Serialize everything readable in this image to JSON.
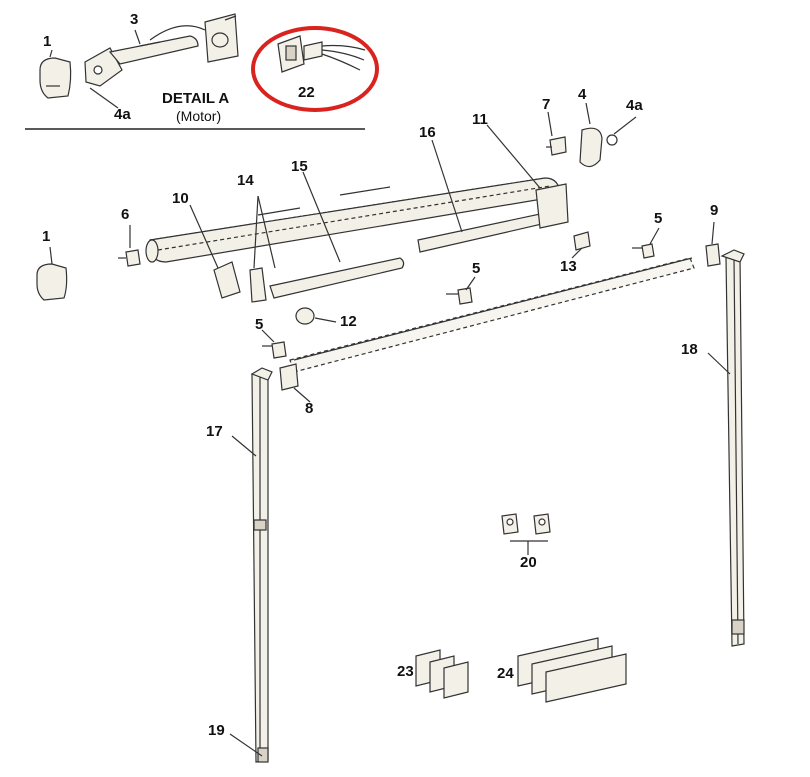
{
  "detail": {
    "title": "DETAIL A",
    "subtitle": "(Motor)",
    "highlight_color": "#d9231f"
  },
  "labels": {
    "l1_top": "1",
    "l3": "3",
    "l4a_top": "4a",
    "l22": "22",
    "l7": "7",
    "l4": "4",
    "l4a_right": "4a",
    "l11": "11",
    "l16": "16",
    "l14": "14",
    "l15": "15",
    "l10": "10",
    "l6": "6",
    "l1_left": "1",
    "l5_right": "5",
    "l9": "9",
    "l13": "13",
    "l5_mid": "5",
    "l12": "12",
    "l5_left": "5",
    "l8": "8",
    "l18": "18",
    "l17": "17",
    "l20": "20",
    "l23": "23",
    "l24": "24",
    "l19": "19"
  },
  "colors": {
    "line": "#333333",
    "part_fill": "#f3f0e8",
    "accent_fill": "#d8d3c6"
  }
}
